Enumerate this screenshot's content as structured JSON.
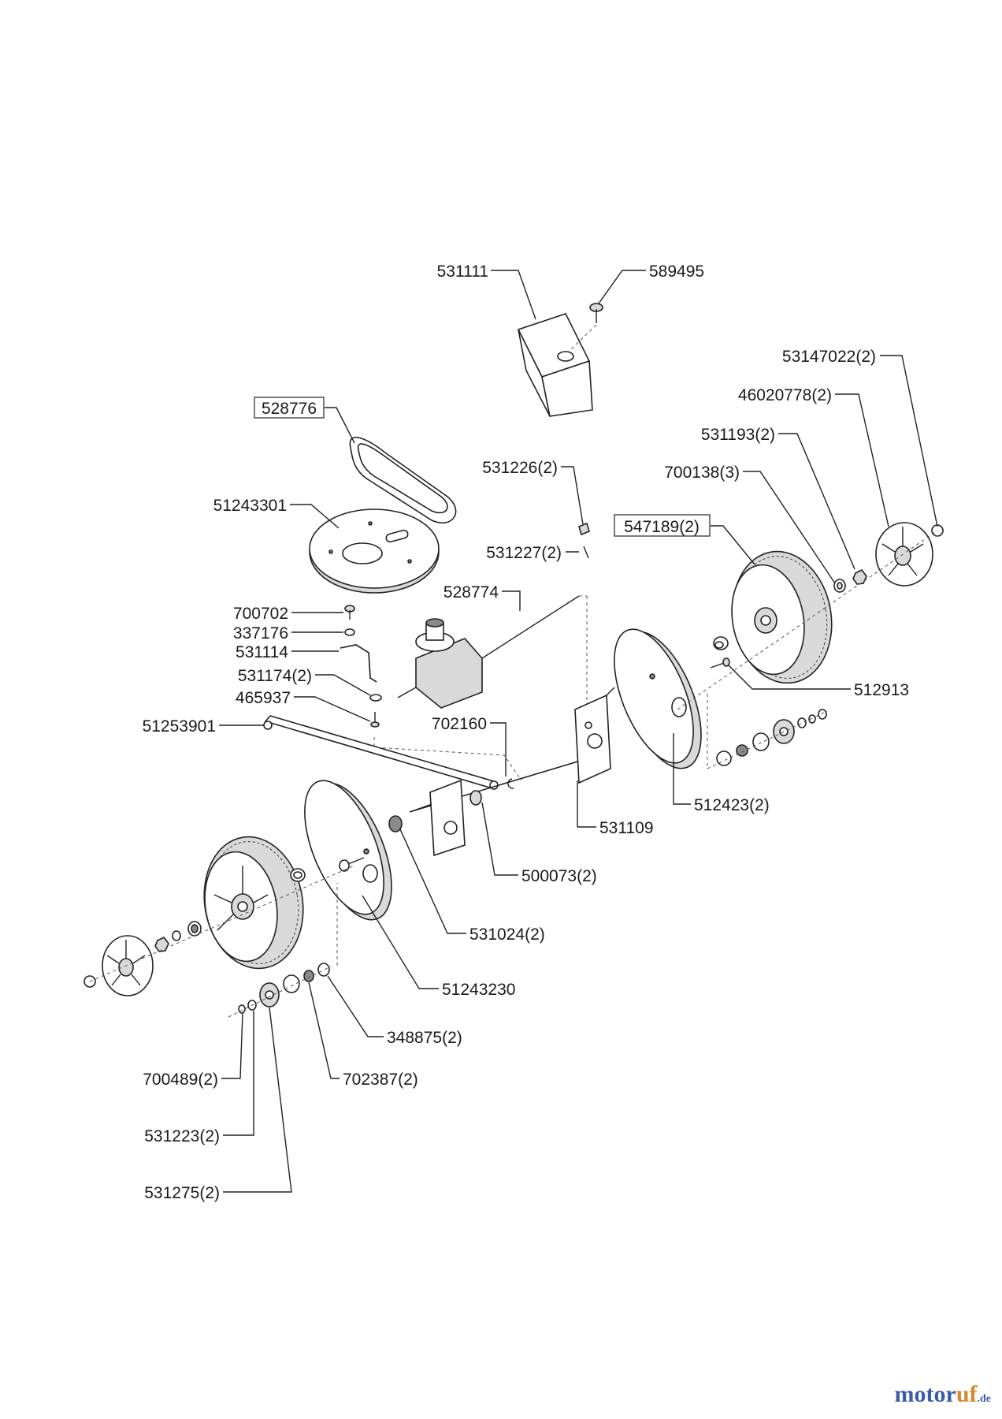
{
  "parts": [
    {
      "id": "531111",
      "label": "531111",
      "boxed": false
    },
    {
      "id": "589495",
      "label": "589495",
      "boxed": false
    },
    {
      "id": "53147022-2",
      "label": "53147022(2)",
      "boxed": false
    },
    {
      "id": "46020778-2",
      "label": "46020778(2)",
      "boxed": false
    },
    {
      "id": "528776",
      "label": "528776",
      "boxed": true
    },
    {
      "id": "531193-2",
      "label": "531193(2)",
      "boxed": false
    },
    {
      "id": "531226-2",
      "label": "531226(2)",
      "boxed": false
    },
    {
      "id": "700138-3",
      "label": "700138(3)",
      "boxed": false
    },
    {
      "id": "51243301",
      "label": "51243301",
      "boxed": false
    },
    {
      "id": "547189-2",
      "label": "547189(2)",
      "boxed": true
    },
    {
      "id": "531227-2",
      "label": "531227(2)",
      "boxed": false
    },
    {
      "id": "528774",
      "label": "528774",
      "boxed": false
    },
    {
      "id": "700702",
      "label": "700702",
      "boxed": false
    },
    {
      "id": "337176",
      "label": "337176",
      "boxed": false
    },
    {
      "id": "531114",
      "label": "531114",
      "boxed": false
    },
    {
      "id": "531174-2",
      "label": "531174(2)",
      "boxed": false
    },
    {
      "id": "465937",
      "label": "465937",
      "boxed": false
    },
    {
      "id": "512913",
      "label": "512913",
      "boxed": false
    },
    {
      "id": "51253901",
      "label": "51253901",
      "boxed": false
    },
    {
      "id": "702160",
      "label": "702160",
      "boxed": false
    },
    {
      "id": "512423-2",
      "label": "512423(2)",
      "boxed": false
    },
    {
      "id": "531109",
      "label": "531109",
      "boxed": false
    },
    {
      "id": "500073-2",
      "label": "500073(2)",
      "boxed": false
    },
    {
      "id": "531024-2",
      "label": "531024(2)",
      "boxed": false
    },
    {
      "id": "51243230",
      "label": "51243230",
      "boxed": false
    },
    {
      "id": "348875-2",
      "label": "348875(2)",
      "boxed": false
    },
    {
      "id": "700489-2",
      "label": "700489(2)",
      "boxed": false
    },
    {
      "id": "702387-2",
      "label": "702387(2)",
      "boxed": false
    },
    {
      "id": "531223-2",
      "label": "531223(2)",
      "boxed": false
    },
    {
      "id": "531275-2",
      "label": "531275(2)",
      "boxed": false
    }
  ],
  "watermark": {
    "main": "motor",
    "accent": "uf",
    "suffix": ".de"
  }
}
